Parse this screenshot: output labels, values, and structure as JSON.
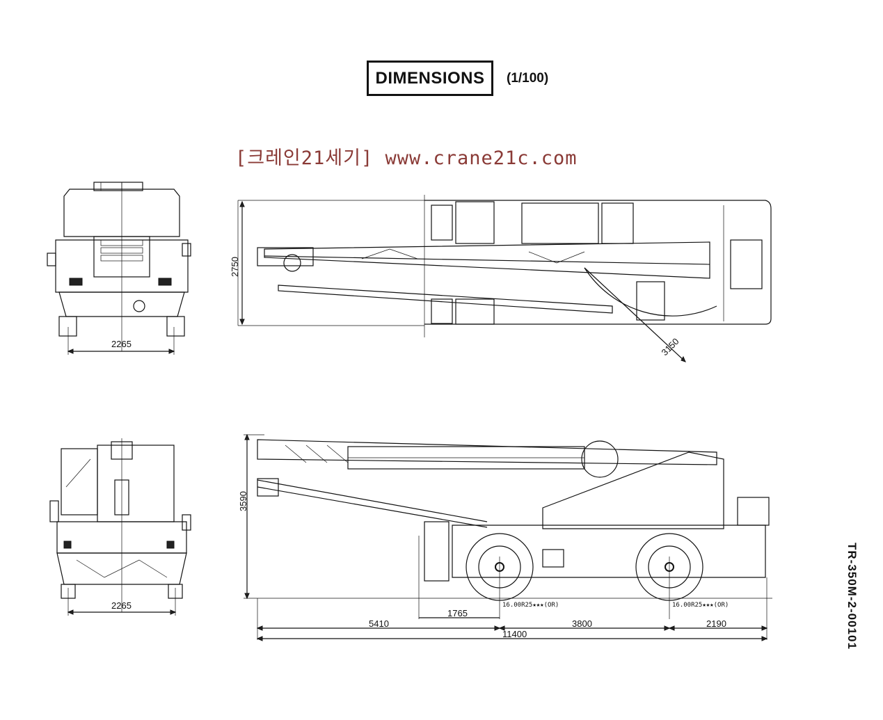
{
  "header": {
    "title": "DIMENSIONS",
    "scale": "(1/100)"
  },
  "watermark": "[크레인21세기] www.crane21c.com",
  "model_code": "TR-350M-2-00101",
  "dimensions": {
    "front_width": "2265",
    "rear_width": "2265",
    "top_width": "2750",
    "swing_radius": "3150",
    "height": "3590",
    "front_overhang": "5410",
    "wheelbase": "3800",
    "rear_overhang": "2190",
    "overall_length": "11400",
    "front_axle_offset": "1765"
  },
  "tires": {
    "front": "16.00R25★★★(OR)",
    "rear": "16.00R25★★★(OR)"
  }
}
